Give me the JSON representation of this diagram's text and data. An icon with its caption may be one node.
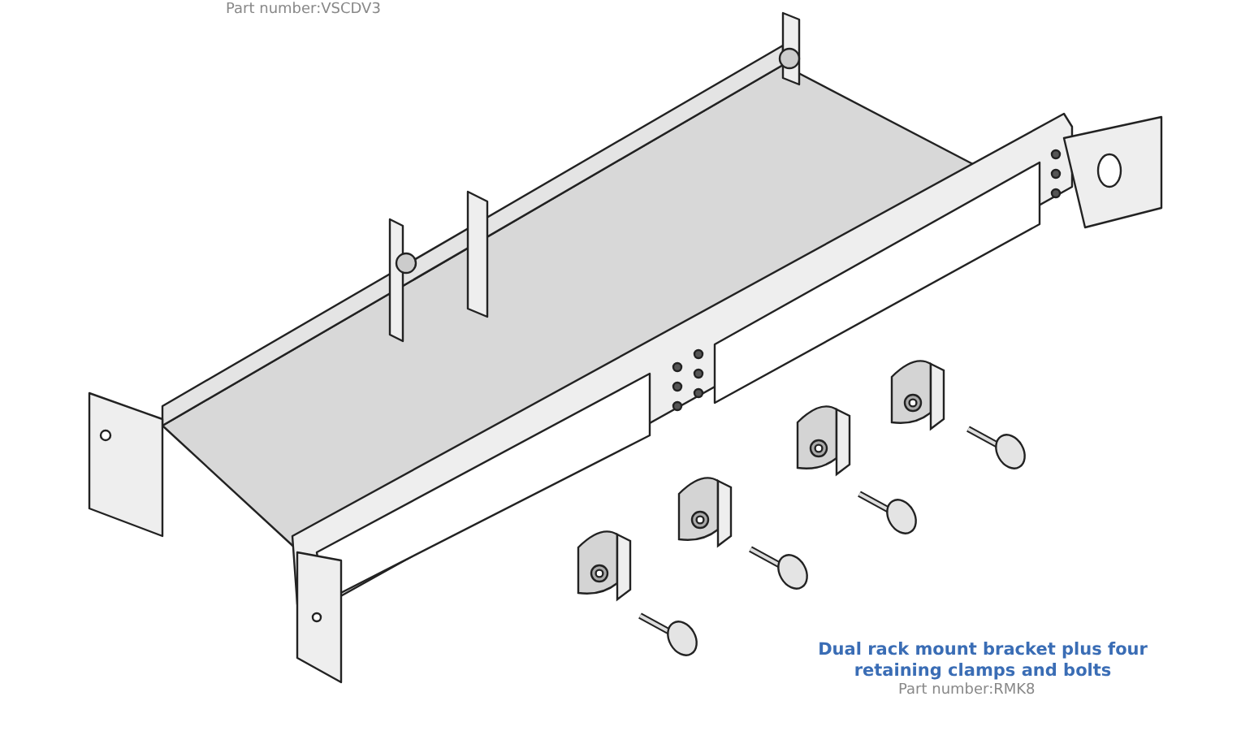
{
  "diagram": {
    "labels": [
      "Part number:VSCDV3",
      "Dual rack mount bracket plus four retaining clamps and bolts",
      "Part number:RMK8"
    ]
  }
}
